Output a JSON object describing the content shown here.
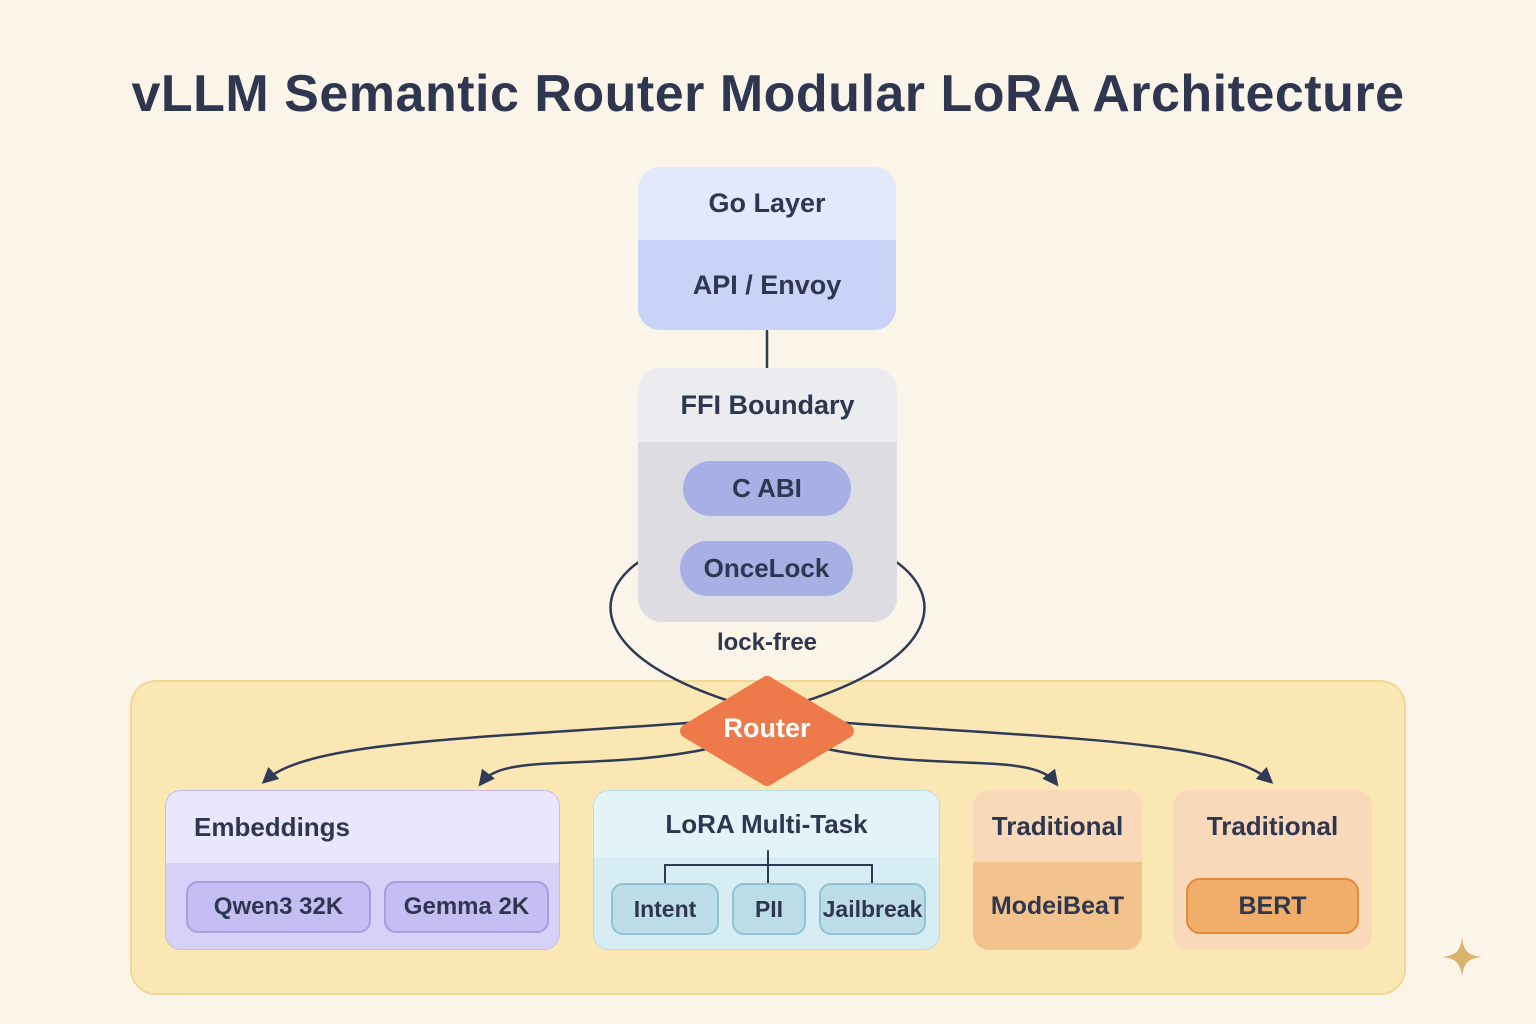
{
  "title": "vLLM Semantic Router Modular LoRA Architecture",
  "colors": {
    "background": "#faf5e8",
    "ink": "#2e3650",
    "line": "#2e3a56",
    "router-fill": "#ee7a4b",
    "go-header": "#e3e9fc",
    "go-body": "#c8d3f7",
    "ffi-header": "#ebebf0",
    "ffi-body": "#dcdce2",
    "ffi-pill": "#a7afe5",
    "tray": "#fbe7b4",
    "tray-border": "#f1d795",
    "emb-header": "#eae6fb",
    "emb-body": "#d6d1f6",
    "emb-pill": "#c6bef3",
    "lora-header": "#e3f4f9",
    "lora-body": "#d6edf4",
    "lora-pill": "#bcdde8",
    "trad-header": "#f8d9ba",
    "trad-body": "#f3c38d",
    "trad-pill": "#f0ae6a",
    "sparkle": "#d9b26b"
  },
  "go_layer": {
    "header": "Go Layer",
    "body": "API / Envoy"
  },
  "ffi": {
    "title": "FFI Boundary",
    "pills": [
      "C ABI",
      "OnceLock"
    ]
  },
  "lock_free_label": "lock-free",
  "router_label": "Router",
  "embeddings": {
    "title": "Embeddings",
    "pills": [
      "Qwen3 32K",
      "Gemma 2K"
    ]
  },
  "lora": {
    "title": "LoRA Multi-Task",
    "pills": [
      "Intent",
      "PII",
      "Jailbreak"
    ]
  },
  "traditional_modernbert": {
    "title": "Traditional",
    "model": "ModeiBeaT"
  },
  "traditional_bert": {
    "title": "Traditional",
    "model": "BERT"
  }
}
